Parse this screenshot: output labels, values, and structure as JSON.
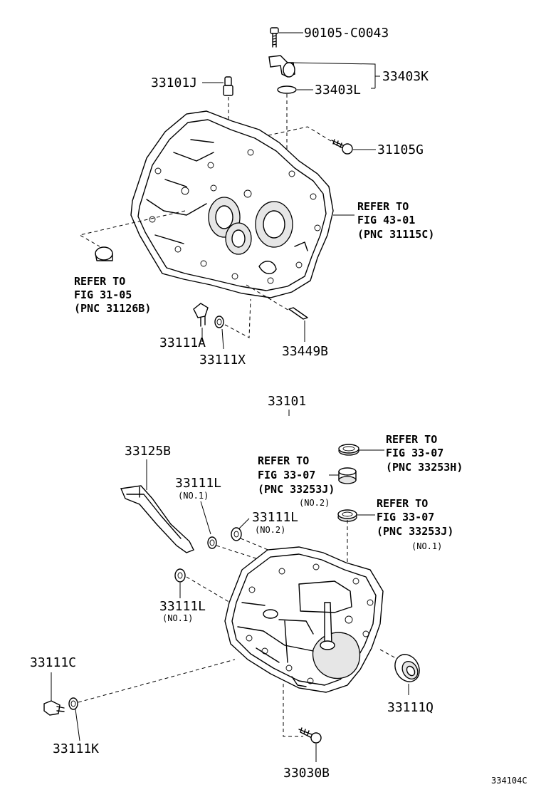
{
  "labels": {
    "bolt_top": "90105-C0043",
    "p33403K": "33403K",
    "p33403L": "33403L",
    "p33101J": "33101J",
    "p31105G": "31105G",
    "refer1_a": "REFER TO",
    "refer1_b": "FIG 43-01",
    "refer1_c": "(PNC 31115C)",
    "refer2_a": "REFER TO",
    "refer2_b": "FIG 31-05",
    "refer2_c": "(PNC 31126B)",
    "p33111A": "33111A",
    "p33111X": "33111X",
    "p33449B": "33449B",
    "p33101": "33101",
    "p33125B": "33125B",
    "refer3_a": "REFER TO",
    "refer3_b": "FIG 33-07",
    "refer3_c": "(PNC 33253H)",
    "refer4_a": "REFER TO",
    "refer4_b": "FIG 33-07",
    "refer4_c": "(PNC 33253J)",
    "refer4_d": "(NO.2)",
    "refer5_a": "REFER TO",
    "refer5_b": "FIG 33-07",
    "refer5_c": "(PNC 33253J)",
    "refer5_d": "(NO.1)",
    "p33111L_1": "33111L",
    "p33111L_1_sub": "(NO.1)",
    "p33111L_2": "33111L",
    "p33111L_2_sub": "(NO.2)",
    "p33111L_3": "33111L",
    "p33111L_3_sub": "(NO.1)",
    "p33111C": "33111C",
    "p33111K": "33111K",
    "p33111Q": "33111Q",
    "p33030B": "33030B",
    "figure_id": "334104C"
  }
}
